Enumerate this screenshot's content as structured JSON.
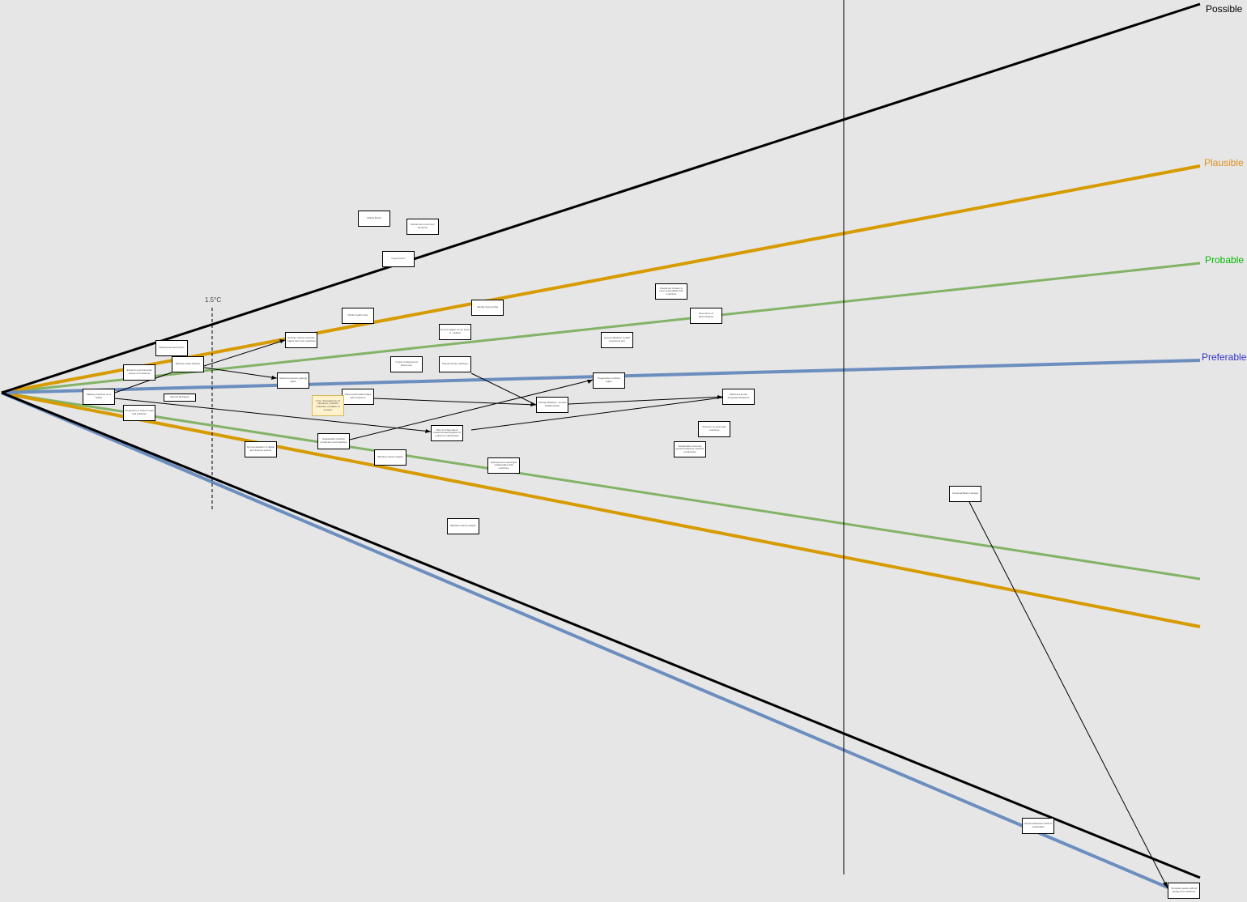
{
  "legend": {
    "possible": "Possible",
    "plausible": "Plausible",
    "probable": "Probable",
    "preferable": "Preferable"
  },
  "colors": {
    "possible": "#000000",
    "plausible": "#d79b00",
    "probable": "#82b366",
    "preferable": "#6c8ebf",
    "probable_label": "#00bb00",
    "preferable_label": "#3333cc",
    "plausible_label": "#e0921e",
    "note_fill": "#fff2cc"
  },
  "threshold_label": "1.5°C",
  "nodes": [
    {
      "id": "n1",
      "text": "Mobile Bomb"
    },
    {
      "id": "n2",
      "text": "Robots are a common hierarchy"
    },
    {
      "id": "n3",
      "text": "Crypto boom"
    },
    {
      "id": "n4",
      "text": "People are chosen to more expendable than machines"
    },
    {
      "id": "n5",
      "text": "Identity dysmorphia"
    },
    {
      "id": "n6",
      "text": "Public health crisis"
    },
    {
      "id": "n7",
      "text": "New forms of discrimination"
    },
    {
      "id": "n8",
      "text": "Human-Machine conflict (economic etc)"
    },
    {
      "id": "n9",
      "text": "End of religion as we know it - radical"
    },
    {
      "id": "n10",
      "text": "Widespread destruction"
    },
    {
      "id": "n11",
      "text": "Scarcity: where computer makes their own machines"
    },
    {
      "id": "n12",
      "text": "Extreme environmental issues of emissions"
    },
    {
      "id": "n13",
      "text": "Massive scale disaster"
    },
    {
      "id": "n14",
      "text": "Crypto Underground Movement"
    },
    {
      "id": "n15",
      "text": "Pseudo-living machines"
    },
    {
      "id": "n16",
      "text": "Natural resources gaining rights"
    },
    {
      "id": "n17",
      "text": "Progressive machine rights"
    },
    {
      "id": "n18",
      "text": "Climate Refugees"
    },
    {
      "id": "n19",
      "text": "Making machines as a hobby"
    },
    {
      "id": "n20",
      "text": "Para-social relationships with machines"
    },
    {
      "id": "n21",
      "text": "Intimate Machine - Human Relationships"
    },
    {
      "id": "n22",
      "text": "Machine-Human Integrated Relations"
    },
    {
      "id": "n23",
      "text": "Trust, Transparency of intentions, machine character, narrative of emotion"
    },
    {
      "id": "n24",
      "text": "Production of custom tools and practices"
    },
    {
      "id": "n25",
      "text": "Rise of independent creators/makers/guilds for a diverse marketplace"
    },
    {
      "id": "n26",
      "text": "Proud to co-exist with machines"
    },
    {
      "id": "n27",
      "text": "Democratisation of digital and Internet spaces"
    },
    {
      "id": "n28",
      "text": "Sustainable machine production and practices"
    },
    {
      "id": "n29",
      "text": "Sustainable economic growth fuelled by machine productivity"
    },
    {
      "id": "n30",
      "text": "Machine-culture religion"
    },
    {
      "id": "n31",
      "text": "Spiritual and meaningful relationships with machines"
    },
    {
      "id": "n32",
      "text": "Universal Basic Lifestyle"
    },
    {
      "id": "n33",
      "text": "Machine-culture religion"
    },
    {
      "id": "n34",
      "text": "Human behaviour shifts to sustainable"
    },
    {
      "id": "n35",
      "text": "Complete peace with all beings and machines"
    }
  ]
}
